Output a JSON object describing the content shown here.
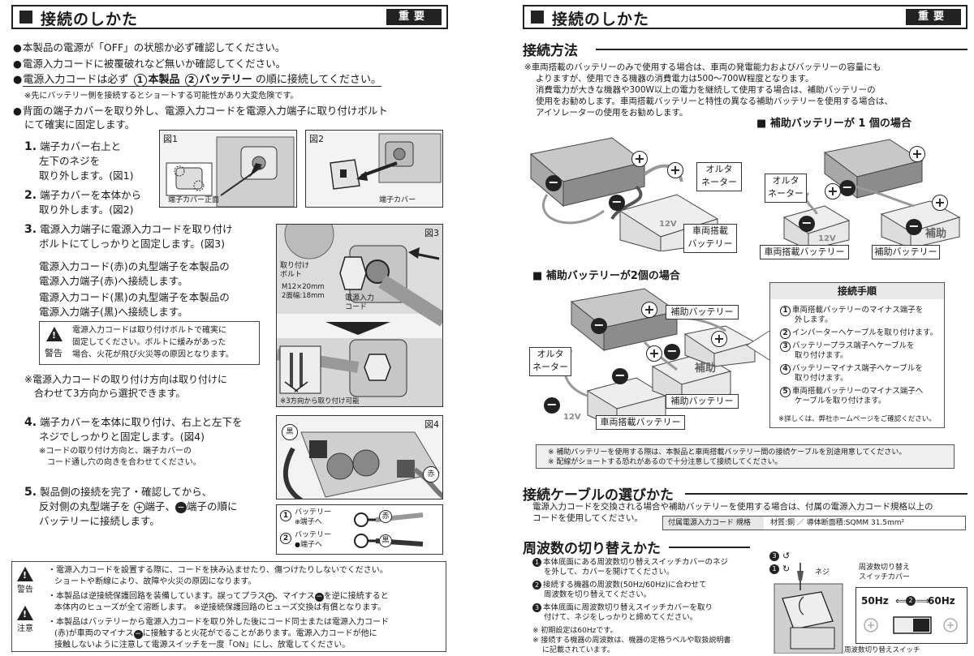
{
  "left": {
    "header_title": "接続のしかた",
    "header_badge": "重要",
    "b1": "本製品の電源が「OFF」の状態か必ず確認してください。",
    "b2": "電源入力コードに被覆破れなど無いか確認してください。",
    "b3_pre": "電源入力コードは必ず",
    "b3_c1": "1",
    "b3_t1": "本製品",
    "b3_c2": "2",
    "b3_t2": "バッテリー",
    "b3_post": "の順に接続してください。",
    "b3_note": "※先にバッテリー側を接続するとショートする可能性があり大変危険です。",
    "b4_l1": "背面の端子カバーを取り外し、電源入力コードを電源入力端子に取り付けボルト",
    "b4_l2": "にて確実に固定します。",
    "s1_num": "1.",
    "s1_l1": "端子カバー右上と",
    "s1_l2": "左下のネジを",
    "s1_l3": "取り外します。(図1)",
    "s2_num": "2.",
    "s2_l1": "端子カバーを本体から",
    "s2_l2": "取り外します。(図2)",
    "fig1": "図1",
    "fig1_caption": "端子カバー正面",
    "fig2": "図2",
    "fig2_caption": "端子カバー",
    "s3_num": "3.",
    "s3_l1": "電源入力端子に電源入力コードを取り付け",
    "s3_l2": "ボルトにてしっかりと固定します。(図3)",
    "s3_p1": "電源入力コード(赤)の丸型端子を本製品の",
    "s3_p2": "電源入力端子(赤)へ接続します。",
    "s3_p3": "電源入力コード(黒)の丸型端子を本製品の",
    "s3_p4": "電源入力端子(黒)へ接続します。",
    "warn1_l1": "電源入力コードは取り付けボルトで確実に",
    "warn1_l2": "固定してください。ボルトに緩みがあった",
    "warn1_l3": "場合、火花が飛び火災等の原因となります。",
    "warn_label": "警告",
    "s3_n1": "※電源入力コードの取り付け方向は取り付けに",
    "s3_n2": "合わせて3方向から選択できます。",
    "fig3": "図3",
    "fig3_bolt": "取り付け",
    "fig3_bolt2": "ボルト",
    "fig3_spec1": "M12×20mm",
    "fig3_spec2": "2面幅:18mm",
    "fig3_cord1": "電源入力",
    "fig3_cord2": "コード",
    "fig3_caption": "※3方向から取り付け可能",
    "s4_num": "4.",
    "s4_l1": "端子カバーを本体に取り付け、右上と左下を",
    "s4_l2": "ネジでしっかりと固定します。(図4)",
    "s4_n1": "※コードの取り付け方向と、端子カバーの",
    "s4_n2": "コード通し穴の向きを合わせてください。",
    "fig4": "図4",
    "fig4_black": "黒",
    "fig4_red": "赤",
    "s5_num": "5.",
    "s5_l1": "製品側の接続を完了・確認してから、",
    "s5_l2a": "反対側の丸型端子を",
    "s5_l2b": "端子、",
    "s5_l2c": "端子の順に",
    "s5_l3": "バッテリーに接続します。",
    "fig5_n1": "1",
    "fig5_a1": "バッテリー",
    "fig5_a2": "端子へ",
    "fig5_red": "赤",
    "fig5_n2": "2",
    "fig5_b1": "バッテリー",
    "fig5_b2": "端子へ",
    "fig5_black": "黒",
    "bw_warn": "警告",
    "bw_caution": "注意",
    "bw1_l1": "・電源入力コードを設置する際に、コードを挟み込ませたり、傷つけたりしないでください。",
    "bw1_l2": "ショートや断線により、故障や火災の原因になります。",
    "bw2_l1": "・本製品は逆接続保護回路を装備しています。誤ってプラス",
    "bw2_l1b": "、マイナス",
    "bw2_l1c": "を逆に接続すると",
    "bw2_l2": "本体内のヒューズが全て溶断します。 ※逆接続保護回路のヒューズ交換は有償となります。",
    "bw3_l1": "・本製品はバッテリーから電源入力コードを取り外した後にコード同士または電源入力コード",
    "bw3_l2a": "(赤)が車両のマイナス",
    "bw3_l2b": "に接触すると火花がでることがあります。電源入力コードが他に",
    "bw3_l3": "接触しないように注意して電源スイッチを一度「ON」にし、放電してください。",
    "plus": "+",
    "minus": "−"
  },
  "right": {
    "header_title": "接続のしかた",
    "header_badge": "重要",
    "sec1": "接続方法",
    "p1_l1": "※車両搭載のバッテリーのみで使用する場合は、車両の発電能力およびバッテリーの容量にも",
    "p1_l2": "よりますが、使用できる機器の消費電力は500〜700W程度となります。",
    "p1_l3": "消費電力が大きな機器や300W以上の電力を継続して使用する場合は、補助バッテリーの",
    "p1_l4": "使用をお勧めします。車両搭載バッテリーと特性の異なる補助バッテリーを使用する場合は、",
    "p1_l5": "アイソレーターの使用をお勧めします。",
    "sub1": "補助バッテリーが 1 個の場合",
    "sub2": "補助バッテリーが2個の場合",
    "alt": "オルタ",
    "alt2": "ネーター",
    "veh1": "車両搭載",
    "veh2": "バッテリー",
    "veh_full": "車両搭載バッテリー",
    "aux": "補助バッテリー",
    "aux_short": "補助",
    "v12": "12V",
    "steps_title": "接続手順",
    "st1_n": "1",
    "st1_l1": "車両搭載バッテリーのマイナス端子を",
    "st1_l2": "外します。",
    "st2_n": "2",
    "st2_l1": "インバーターへケーブルを取り付けます。",
    "st3_n": "3",
    "st3_l1": "バッテリープラス端子へケーブルを",
    "st3_l2": "取り付けます。",
    "st4_n": "4",
    "st4_l1": "バッテリーマイナス端子へケーブルを",
    "st4_l2": "取り付けます。",
    "st5_n": "5",
    "st5_l1": "車両搭載バッテリーのマイナス端子へ",
    "st5_l2": "ケーブルを取り付けます。",
    "st_note": "※詳しくは、弊社ホームページをご確認ください。",
    "note1": "※ 補助バッテリーを使用する際は、本製品と車両搭載バッテリー間の接続ケーブルを別途用意してください。",
    "note2": "※ 配線がショートする恐れがあるので十分注意して接続してください。",
    "sec2": "接続ケーブルの選びかた",
    "c_l1": "電源入力コードを交換される場合や補助バッテリーを使用する場合は、付属の電源入力コード規格以上の",
    "c_l2": "コードを使用してください。",
    "c_spec_a": "付属電源入力コード 規格",
    "c_spec_b": "材質:銅 ／ 導体断面積:SQMM 31.5mm²",
    "sec3": "周波数の切り替えかた",
    "f1_n": "1",
    "f1_l1": "本体底面にある周波数切り替えスイッチカバーのネジ",
    "f1_l2": "を外して、カバーを開けてください。",
    "f2_n": "2",
    "f2_l1": "接続する機器の周波数(50Hz/60Hz)に合わせて",
    "f2_l2": "周波数を切り替えてください。",
    "f3_n": "3",
    "f3_l1": "本体底面に周波数切り替えスイッチカバーを取り",
    "f3_l2": "付けて、ネジをしっかりと締めてください。",
    "f_n1": "※ 初期設定は60Hzです。",
    "f_n2": "※ 接続する機器の周波数は、機器の定格ラベルや取扱説明書",
    "f_n3": "に記載されています。",
    "fd_3": "3",
    "fd_1": "1",
    "fd_screw": "ネジ",
    "fd_cover1": "周波数切り替え",
    "fd_cover2": "スイッチカバー",
    "fd_50": "50Hz",
    "fd_60": "60Hz",
    "fd_2": "2",
    "fd_switch": "周波数切り替えスイッチ"
  }
}
